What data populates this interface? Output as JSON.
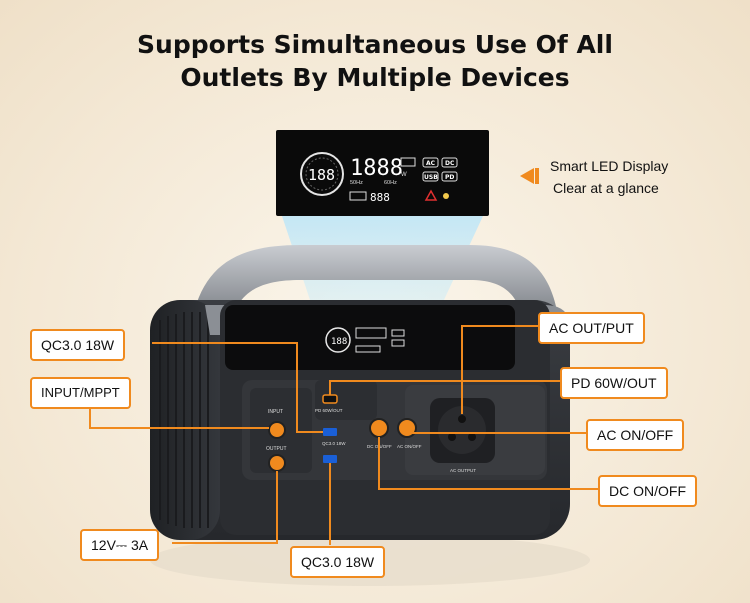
{
  "title": {
    "line1": "Supports Simultaneous Use Of All",
    "line2": "Outlets By Multiple Devices"
  },
  "display_note": {
    "line1": "Smart LED Display",
    "line2": "Clear at a glance"
  },
  "lcd": {
    "ring_value": "188",
    "main_digits": "1888",
    "hz_60": "60Hz",
    "hz_50": "50Hz",
    "watt": "W",
    "small_digits": "888",
    "badges": [
      "AC",
      "DC",
      "USB",
      "PD"
    ]
  },
  "labels": {
    "qc_top": "QC3.0 18W",
    "input_mppt": "INPUT/MPPT",
    "dc_out": "12V⎓ 3A",
    "qc_bottom": "QC3.0 18W",
    "ac_out": "AC OUT/PUT",
    "pd": "PD 60W/OUT",
    "ac_onoff": "AC ON/OFF",
    "dc_onoff": "DC ON/OFF"
  },
  "panel_text": {
    "input": "INPUT",
    "output": "OUTPUT",
    "pd_port": "PD 60W/OUT",
    "qc_port": "QC3.0 18W",
    "dc_switch": "DC ON/OFF",
    "ac_switch": "AC ON/OFF",
    "ac_output": "AC OUTPUT"
  },
  "colors": {
    "accent": "#f08a1e",
    "device_body": "#2f3135",
    "device_frame": "#9a9ea5",
    "display_bg": "#0a0a0a"
  }
}
